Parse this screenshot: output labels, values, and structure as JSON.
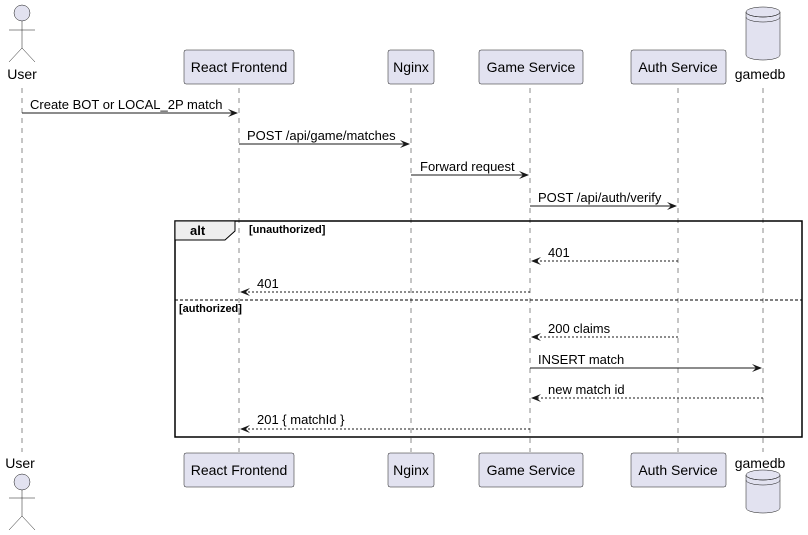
{
  "participants": {
    "user": "User",
    "frontend": "React Frontend",
    "nginx": "Nginx",
    "game": "Game Service",
    "auth": "Auth Service",
    "db": "gamedb"
  },
  "messages": {
    "m1": "Create BOT or LOCAL_2P match",
    "m2": "POST /api/game/matches",
    "m3": "Forward request",
    "m4": "POST /api/auth/verify",
    "m5": "401",
    "m6": "401",
    "m7": "200 claims",
    "m8": "INSERT match",
    "m9": "new match id",
    "m10": "201 { matchId }"
  },
  "alt": {
    "keyword": "alt",
    "guard1": "[unauthorized]",
    "guard2": "[authorized]"
  },
  "colors": {
    "participant_fill": "#E2E2F0",
    "stroke": "#181818"
  }
}
